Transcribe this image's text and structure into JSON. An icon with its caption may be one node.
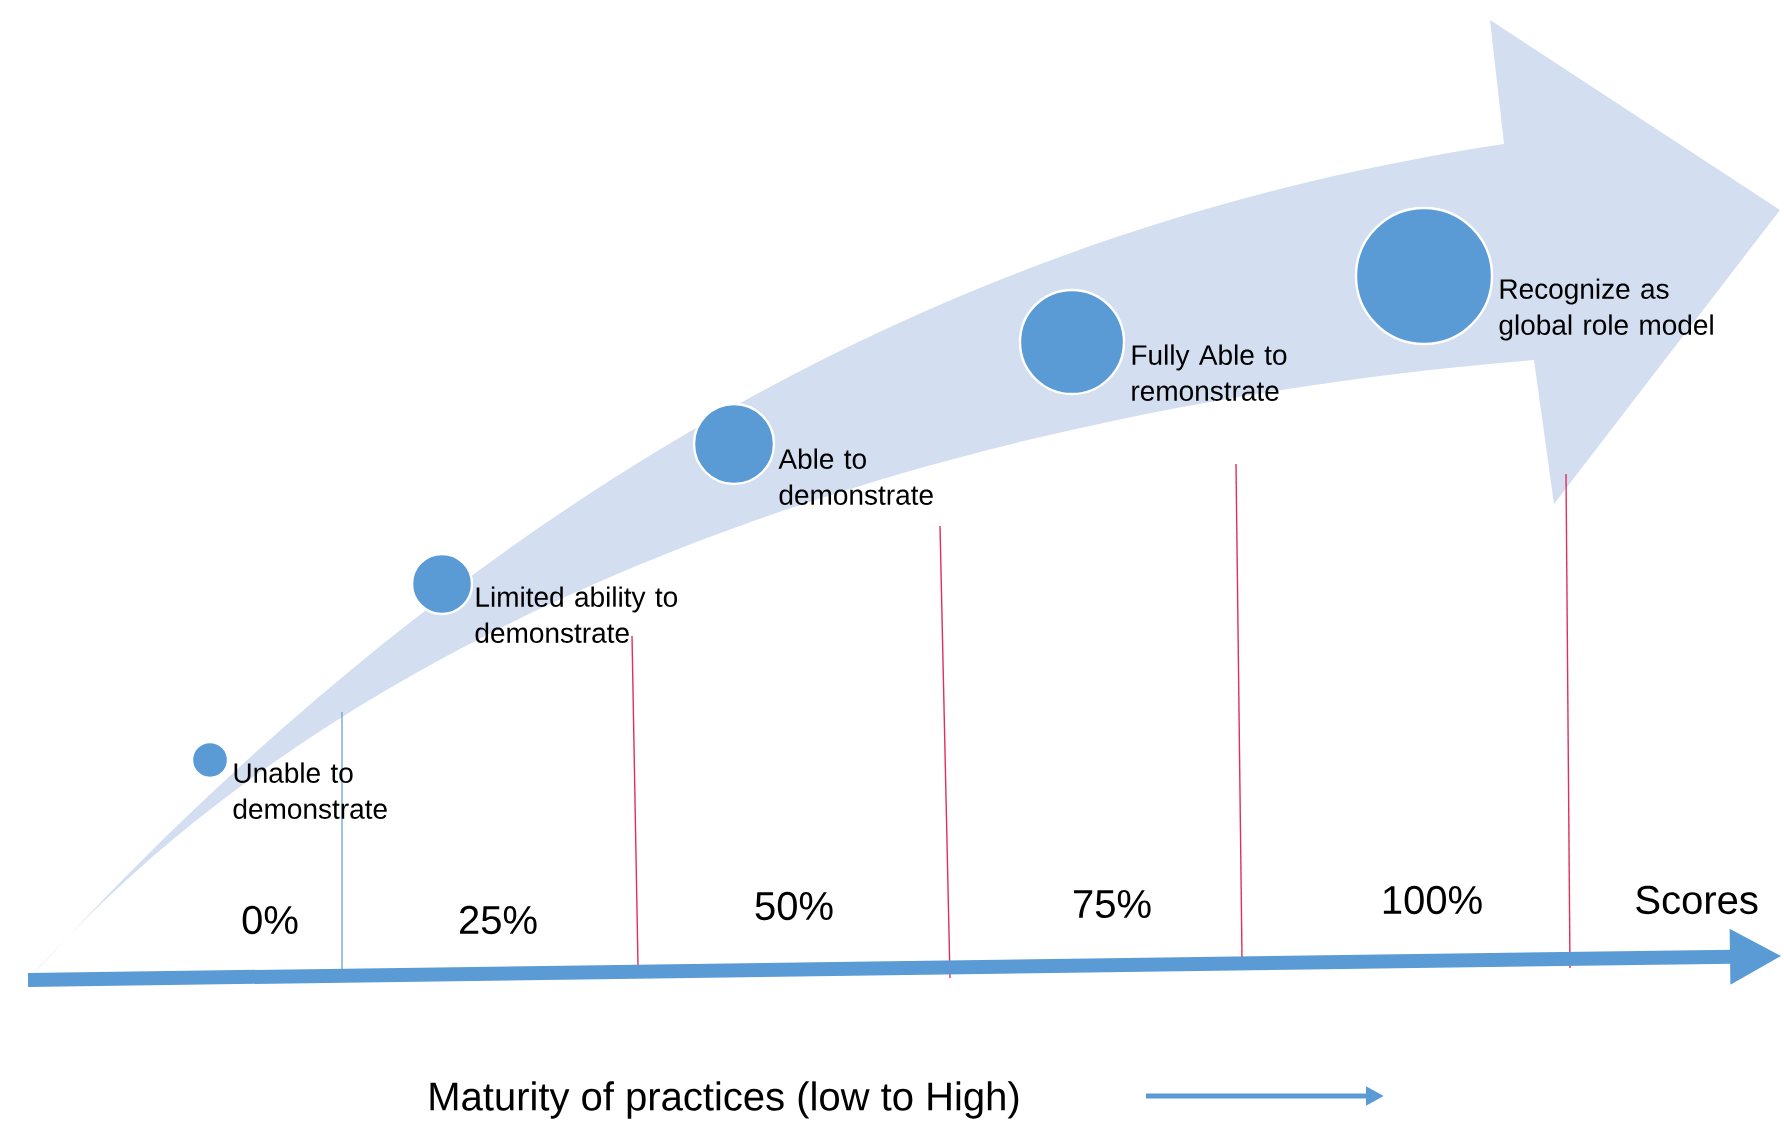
{
  "diagram": {
    "nodes": [
      {
        "text": [],
        "shape": "circle",
        "beside": [
          "Unable to demonstrate"
        ]
      },
      {
        "text": [],
        "shape": "circle",
        "beside": [
          "Limited ability to demonstrate"
        ]
      },
      {
        "text": [],
        "shape": "circle",
        "beside": [
          "Able to demonstrate"
        ]
      },
      {
        "text": [],
        "shape": "circle",
        "beside": [
          "Fully Able to remonstrate"
        ]
      },
      {
        "text": [],
        "shape": "circle",
        "beside": [
          "Recognize as global role model"
        ]
      }
    ],
    "labels": [
      "0%",
      "25%",
      "50%",
      "75%",
      "100%",
      "Scores",
      "Maturity of practices (low to High)"
    ]
  }
}
